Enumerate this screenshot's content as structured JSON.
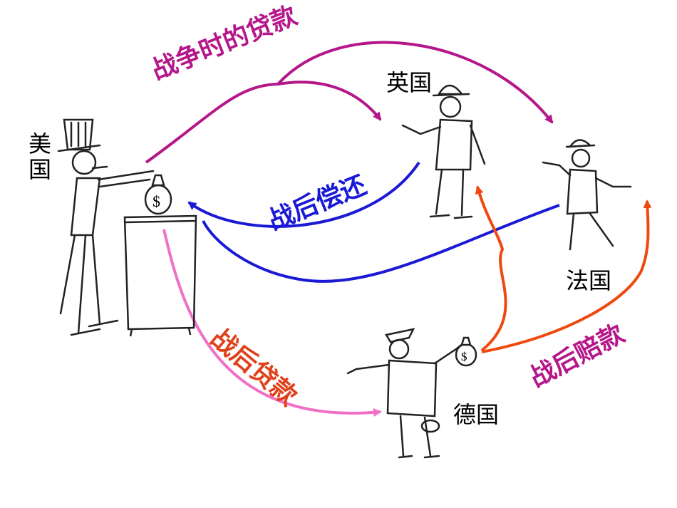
{
  "countries": {
    "usa": "美国",
    "britain": "英国",
    "france": "法国",
    "germany": "德国"
  },
  "flows": {
    "war_loans": {
      "label": "战争时的贷款",
      "color": "#b5178a"
    },
    "postwar_repayment": {
      "label": "战后偿还",
      "color": "#1a1ad6"
    },
    "postwar_loans": {
      "label": "战后贷款",
      "color": "#e0401a"
    },
    "postwar_loans_arrow_color": "#f070c8",
    "reparations": {
      "label": "战后赔款",
      "color": "#b5178a"
    },
    "reparations_arrow_color": "#ee4a10"
  },
  "money_symbol": "$"
}
